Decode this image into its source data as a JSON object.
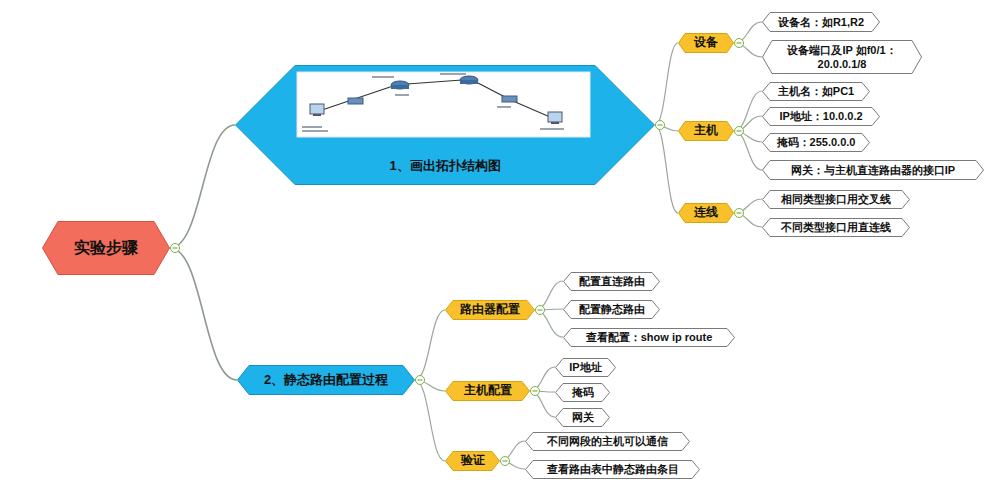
{
  "diagram": {
    "nodes": [
      {
        "text": [
          "实验步骤"
        ]
      },
      {
        "text": [
          "1、画出拓扑结构图"
        ]
      },
      {
        "text": [
          "设备"
        ]
      },
      {
        "text": [
          "设备名：如R1,R2"
        ]
      },
      {
        "text": [
          "设备端口及IP 如f0/1：20.0.0.1/8"
        ]
      },
      {
        "text": [
          "主机"
        ]
      },
      {
        "text": [
          "主机名：如PC1"
        ]
      },
      {
        "text": [
          "IP地址：10.0.0.2"
        ]
      },
      {
        "text": [
          "掩码：255.0.0.0"
        ]
      },
      {
        "text": [
          "网关：与主机直连路由器的接口IP"
        ]
      },
      {
        "text": [
          "连线"
        ]
      },
      {
        "text": [
          "相同类型接口用交叉线"
        ]
      },
      {
        "text": [
          "不同类型接口用直连线"
        ]
      },
      {
        "text": [
          "2、静态路由配置过程"
        ]
      },
      {
        "text": [
          "路由器配置"
        ]
      },
      {
        "text": [
          "配置直连路由"
        ]
      },
      {
        "text": [
          "配置静态路由"
        ]
      },
      {
        "text": [
          "查看配置：show ip route"
        ]
      },
      {
        "text": [
          "主机配置"
        ]
      },
      {
        "text": [
          "IP地址"
        ]
      },
      {
        "text": [
          "掩码"
        ]
      },
      {
        "text": [
          "网关"
        ]
      },
      {
        "text": [
          "验证"
        ]
      },
      {
        "text": [
          "不同网段的主机可以通信"
        ]
      },
      {
        "text": [
          "查看路由表中静态路由条目"
        ]
      }
    ],
    "edges": [
      {
        "from": 0,
        "to": 1,
        "arrow": "none"
      },
      {
        "from": 1,
        "to": 2,
        "arrow": "none"
      },
      {
        "from": 2,
        "to": 3,
        "arrow": "none"
      },
      {
        "from": 2,
        "to": 4,
        "arrow": "none"
      },
      {
        "from": 1,
        "to": 5,
        "arrow": "none"
      },
      {
        "from": 5,
        "to": 6,
        "arrow": "none"
      },
      {
        "from": 5,
        "to": 7,
        "arrow": "none"
      },
      {
        "from": 5,
        "to": 8,
        "arrow": "none"
      },
      {
        "from": 5,
        "to": 9,
        "arrow": "none"
      },
      {
        "from": 1,
        "to": 10,
        "arrow": "none"
      },
      {
        "from": 10,
        "to": 11,
        "arrow": "none"
      },
      {
        "from": 10,
        "to": 12,
        "arrow": "none"
      },
      {
        "from": 0,
        "to": 13,
        "arrow": "none"
      },
      {
        "from": 13,
        "to": 14,
        "arrow": "none"
      },
      {
        "from": 14,
        "to": 15,
        "arrow": "none"
      },
      {
        "from": 14,
        "to": 16,
        "arrow": "none"
      },
      {
        "from": 14,
        "to": 17,
        "arrow": "none"
      },
      {
        "from": 13,
        "to": 18,
        "arrow": "none"
      },
      {
        "from": 18,
        "to": 19,
        "arrow": "none"
      },
      {
        "from": 18,
        "to": 20,
        "arrow": "none"
      },
      {
        "from": 18,
        "to": 21,
        "arrow": "none"
      },
      {
        "from": 13,
        "to": 22,
        "arrow": "none"
      },
      {
        "from": 22,
        "to": 23,
        "arrow": "none"
      },
      {
        "from": 22,
        "to": 24,
        "arrow": "none"
      }
    ]
  }
}
